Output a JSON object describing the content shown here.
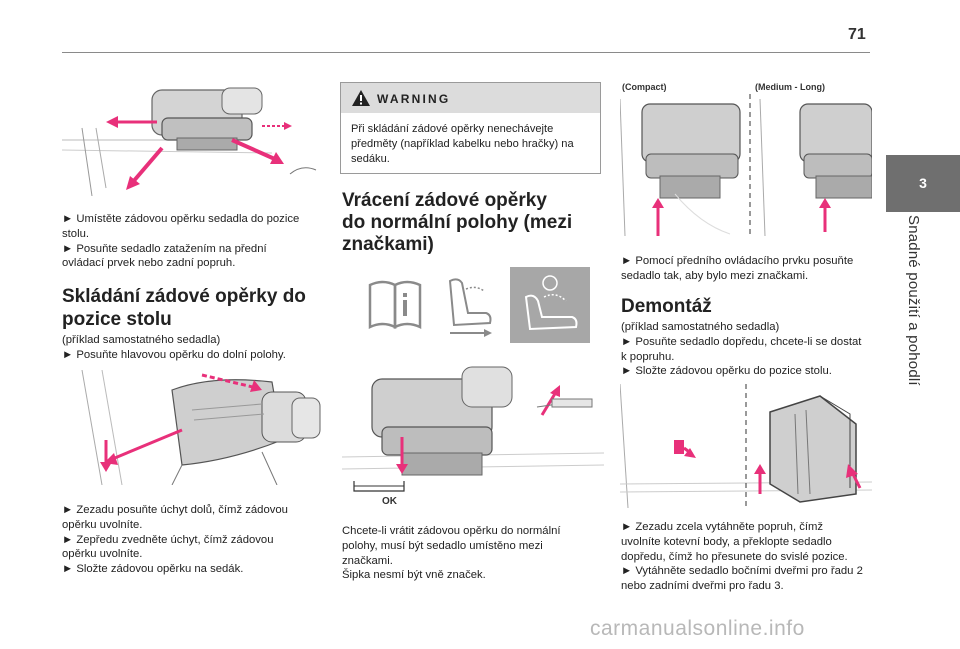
{
  "page": {
    "number": "71"
  },
  "side_tab": {
    "chapter": "3",
    "label": "Snadné použití a pohodlí"
  },
  "col1": {
    "para1": [
      "► Umístěte zádovou opěrku sedadla do pozice",
      "stolu.",
      "► Posuňte sedadlo zatažením na přední",
      "ovládací prvek nebo zadní popruh."
    ],
    "heading1": [
      "Skládání zádové opěrky do",
      "pozice stolu"
    ],
    "para2": [
      "(příklad samostatného sedadla)",
      "► Posuňte hlavovou opěrku do dolní polohy."
    ],
    "para3": [
      "► Zezadu posuňte úchyt dolů, čímž zádovou",
      "opěrku uvolníte.",
      "► Zepředu zvedněte úchyt, čímž zádovou",
      "opěrku uvolníte.",
      "► Složte zádovou opěrku na sedák."
    ]
  },
  "col2": {
    "warning": {
      "title": "WARNING",
      "text": [
        "Při skládání zádové opěrky nenechávejte",
        "předměty (například kabelku nebo hračky) na",
        "sedáku."
      ]
    },
    "heading": [
      "Vrácení zádové opěrky",
      "do normální polohy (mezi",
      "značkami)"
    ],
    "ok_label": "OK",
    "para": [
      "Chcete-li vrátit zádovou opěrku do normální",
      "polohy, musí být sedadlo umístěno mezi",
      "značkami.",
      "Šipka nesmí být vně značek."
    ]
  },
  "col3": {
    "captions": {
      "compact": "(Compact)",
      "medium_long": "(Medium - Long)"
    },
    "para1": [
      "► Pomocí předního ovládacího prvku posuňte",
      "sedadlo tak, aby bylo mezi značkami."
    ],
    "heading": "Demontáž",
    "para2": [
      "(příklad samostatného sedadla)",
      "► Posuňte sedadlo dopředu, chcete-li se dostat",
      "k popruhu.",
      "► Složte zádovou opěrku do pozice stolu."
    ],
    "para3": [
      "► Zezadu zcela vytáhněte popruh, čímž",
      "uvolníte kotevní body, a překlopte sedadlo",
      "dopředu, čímž ho přesunete do svislé pozice.",
      "► Vytáhněte sedadlo bočními dveřmi pro řadu 2",
      "nebo zadními dveřmi pro řadu 3."
    ]
  },
  "watermark": "carmanualsonline.info",
  "colors": {
    "accent_pink": "#e8307a",
    "tab_gray": "#6f6f6f",
    "warning_gray": "#dcdcdc"
  }
}
